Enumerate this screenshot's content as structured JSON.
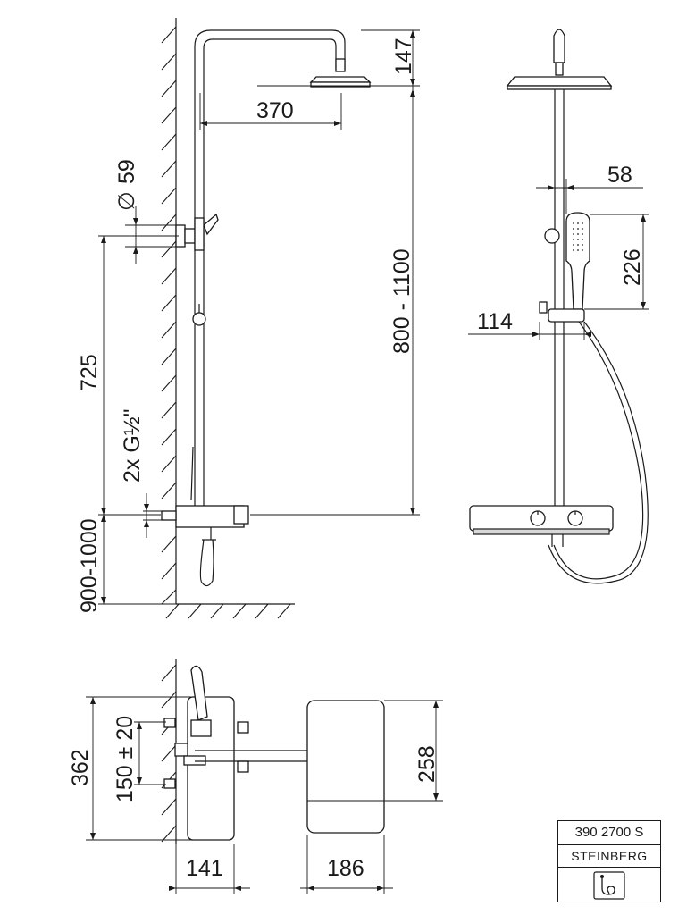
{
  "dimensions": {
    "head_drop": "147",
    "arm_reach": "370",
    "flange_dia": "59",
    "column_height": "800 - 1100",
    "outlet_spacing_vertical": "725",
    "connection": "2x G½\"",
    "install_height": "900-1000",
    "hand_shower_width": "58",
    "hand_shower_length": "226",
    "holder_offset": "114",
    "depth": "362",
    "inlet_centers": "150 ± 20",
    "shelf_depth": "258",
    "wall_to_mixer": "141",
    "shelf_width": "186"
  },
  "title_block": {
    "article_number": "390 2700 S",
    "brand": "STEINBERG"
  }
}
